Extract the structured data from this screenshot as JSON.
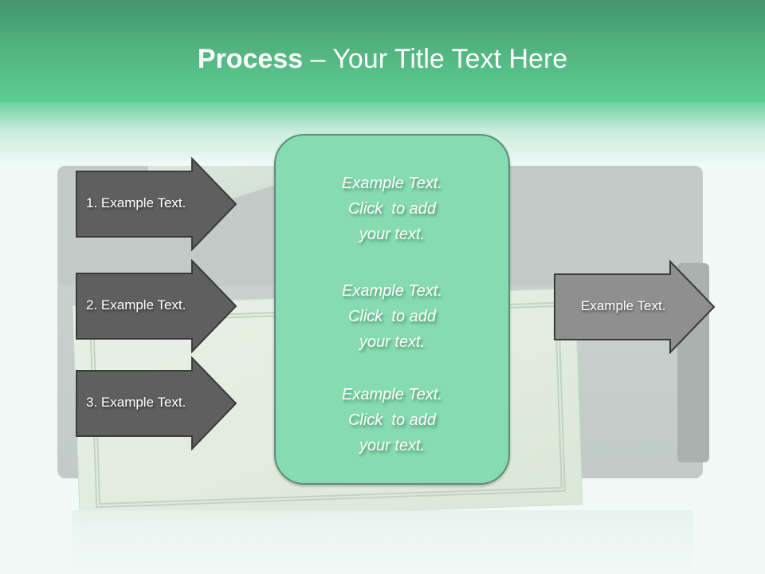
{
  "slide": {
    "title_bold": "Process",
    "title_rest": " – Your Title Text Here",
    "colors": {
      "header_top": "#43946c",
      "header_bottom": "#5ccd94",
      "arrow_dark": "#5f5f5f",
      "arrow_light": "#8f8f8f",
      "arrow_border": "#3a3a3a",
      "center_box_fill": "#86dbb0",
      "center_box_border": "#5c9077"
    }
  },
  "left_arrows": [
    {
      "label": "1. Example Text."
    },
    {
      "label": "2. Example Text."
    },
    {
      "label": "3. Example Text."
    }
  ],
  "center_box": {
    "blocks": [
      {
        "line1": "Example Text.",
        "line2": "Click  to add",
        "line3": "your text."
      },
      {
        "line1": "Example Text.",
        "line2": "Click  to add",
        "line3": "your text."
      },
      {
        "line1": "Example Text.",
        "line2": "Click  to add",
        "line3": "your text."
      }
    ]
  },
  "right_arrow": {
    "label": "Example Text."
  }
}
